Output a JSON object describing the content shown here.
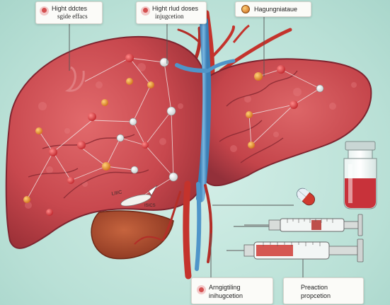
{
  "callouts": {
    "high_doses": {
      "line1": "Hight ddctes",
      "line2": "sgide effacs",
      "icon": "warning-icon"
    },
    "high_risk_doses": {
      "line1": "Hight rlud doses",
      "line2": "injugcetion",
      "icon": "warning-icon"
    },
    "hepatotoxicity": {
      "line1": "Hagungniataue",
      "icon": "orange-dot-icon"
    },
    "angiography": {
      "line1": "Arngigtiling",
      "line2": "inihugcetion",
      "icon": "warning-icon"
    },
    "preparation": {
      "line1": "Preaction",
      "line2": "propcetion"
    }
  },
  "inline_label": {
    "a": "LIIIC",
    "b": "ISICS"
  },
  "colors": {
    "liver": "#c8484e",
    "liver_dark": "#9a2f36",
    "gallbladder": "#a2452c",
    "vein_blue": "#4f95c9",
    "artery_red": "#c4332c",
    "node_orange": "#e0891c",
    "node_white": "#f5f5f5",
    "background": "#bfe3da"
  }
}
